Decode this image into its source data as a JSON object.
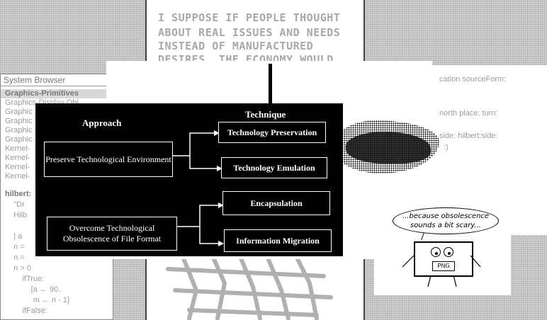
{
  "browser": {
    "title": "System Browser",
    "classes": [
      {
        "label": "Graphics-Primitives",
        "selected": true
      },
      {
        "label": "Graphics-Display Obj"
      },
      {
        "label": "Graphic"
      },
      {
        "label": "Graphic"
      },
      {
        "label": "Graphic"
      },
      {
        "label": "Graphic"
      },
      {
        "label": "Kernel-"
      },
      {
        "label": "Kernel-"
      },
      {
        "label": "Kernel-"
      },
      {
        "label": "Kernel-"
      }
    ],
    "code": [
      {
        "text": "hilbert:",
        "bold": true
      },
      {
        "text": "    \"Dr"
      },
      {
        "text": "    Hilb"
      },
      {
        "text": ""
      },
      {
        "text": "    | a"
      },
      {
        "text": "    n ="
      },
      {
        "text": "    n ="
      },
      {
        "text": "    n > 0"
      },
      {
        "text": "        ifTrue:"
      },
      {
        "text": "            [a ← 90."
      },
      {
        "text": "             m ← n - 1]"
      },
      {
        "text": "        ifFalse:"
      }
    ]
  },
  "code_window": {
    "lines": [
      "cation sourceForm:",
      "north place: turn:",
      "side: hilbert:side:",
      "  :)"
    ]
  },
  "comic_top": {
    "lines": [
      "I SUPPOSE IF PEOPLE THOUGHT",
      "ABOUT REAL ISSUES AND NEEDS",
      "INSTEAD OF MANUFACTURED",
      "DESIRES, THE ECONOMY WOULD"
    ]
  },
  "slide": {
    "approach_heading": "Approach",
    "technique_heading": "Technique",
    "approaches": [
      "Preserve Technological Environment",
      "Overcome Technological Obsolescence of File Format"
    ],
    "techniques": [
      "Technology Preservation",
      "Technology Emulation",
      "Encapsulation",
      "Information Migration"
    ]
  },
  "png_cartoon": {
    "bubble_line1": "...because obsolescence",
    "bubble_line2": "sounds a bit scary...",
    "label": "PNG"
  }
}
